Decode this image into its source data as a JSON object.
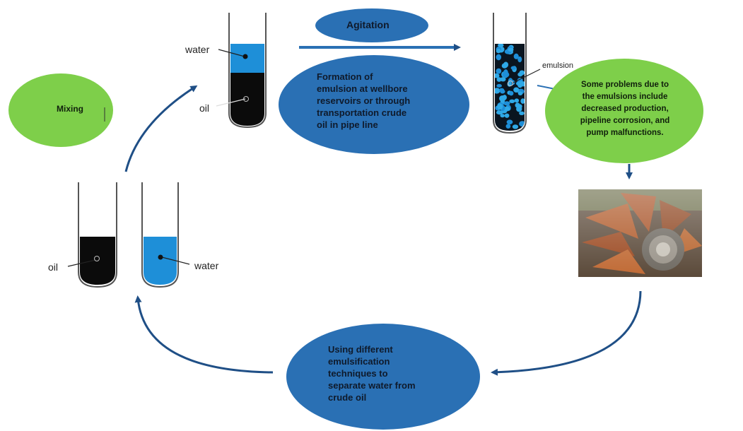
{
  "steps": {
    "mixing": "Mixing",
    "agitation": "Agitation",
    "formation": "Formation of\nemulsion at wellbore\nreservoirs or through\ntransportation crude\noil in pipe line",
    "problems": "Some problems due to\nthe emulsions include\ndecreased production,\npipeline corrosion, and\npump malfunctions.",
    "separation": "Using different\nemulsification\ntechniques to\nseparate water from\ncrude oil"
  },
  "labels": {
    "water_top": "water",
    "oil_top": "oil",
    "emulsion": "emulsion",
    "oil_bottom": "oil",
    "water_bottom": "water"
  },
  "colors": {
    "green": "#7ecf4a",
    "blue_ellipse": "#2a70b4",
    "water": "#1e8fd8",
    "oil": "#0b0b0b",
    "arrow": "#1f4f86"
  },
  "image": {
    "subject": "corroded pump impeller"
  }
}
